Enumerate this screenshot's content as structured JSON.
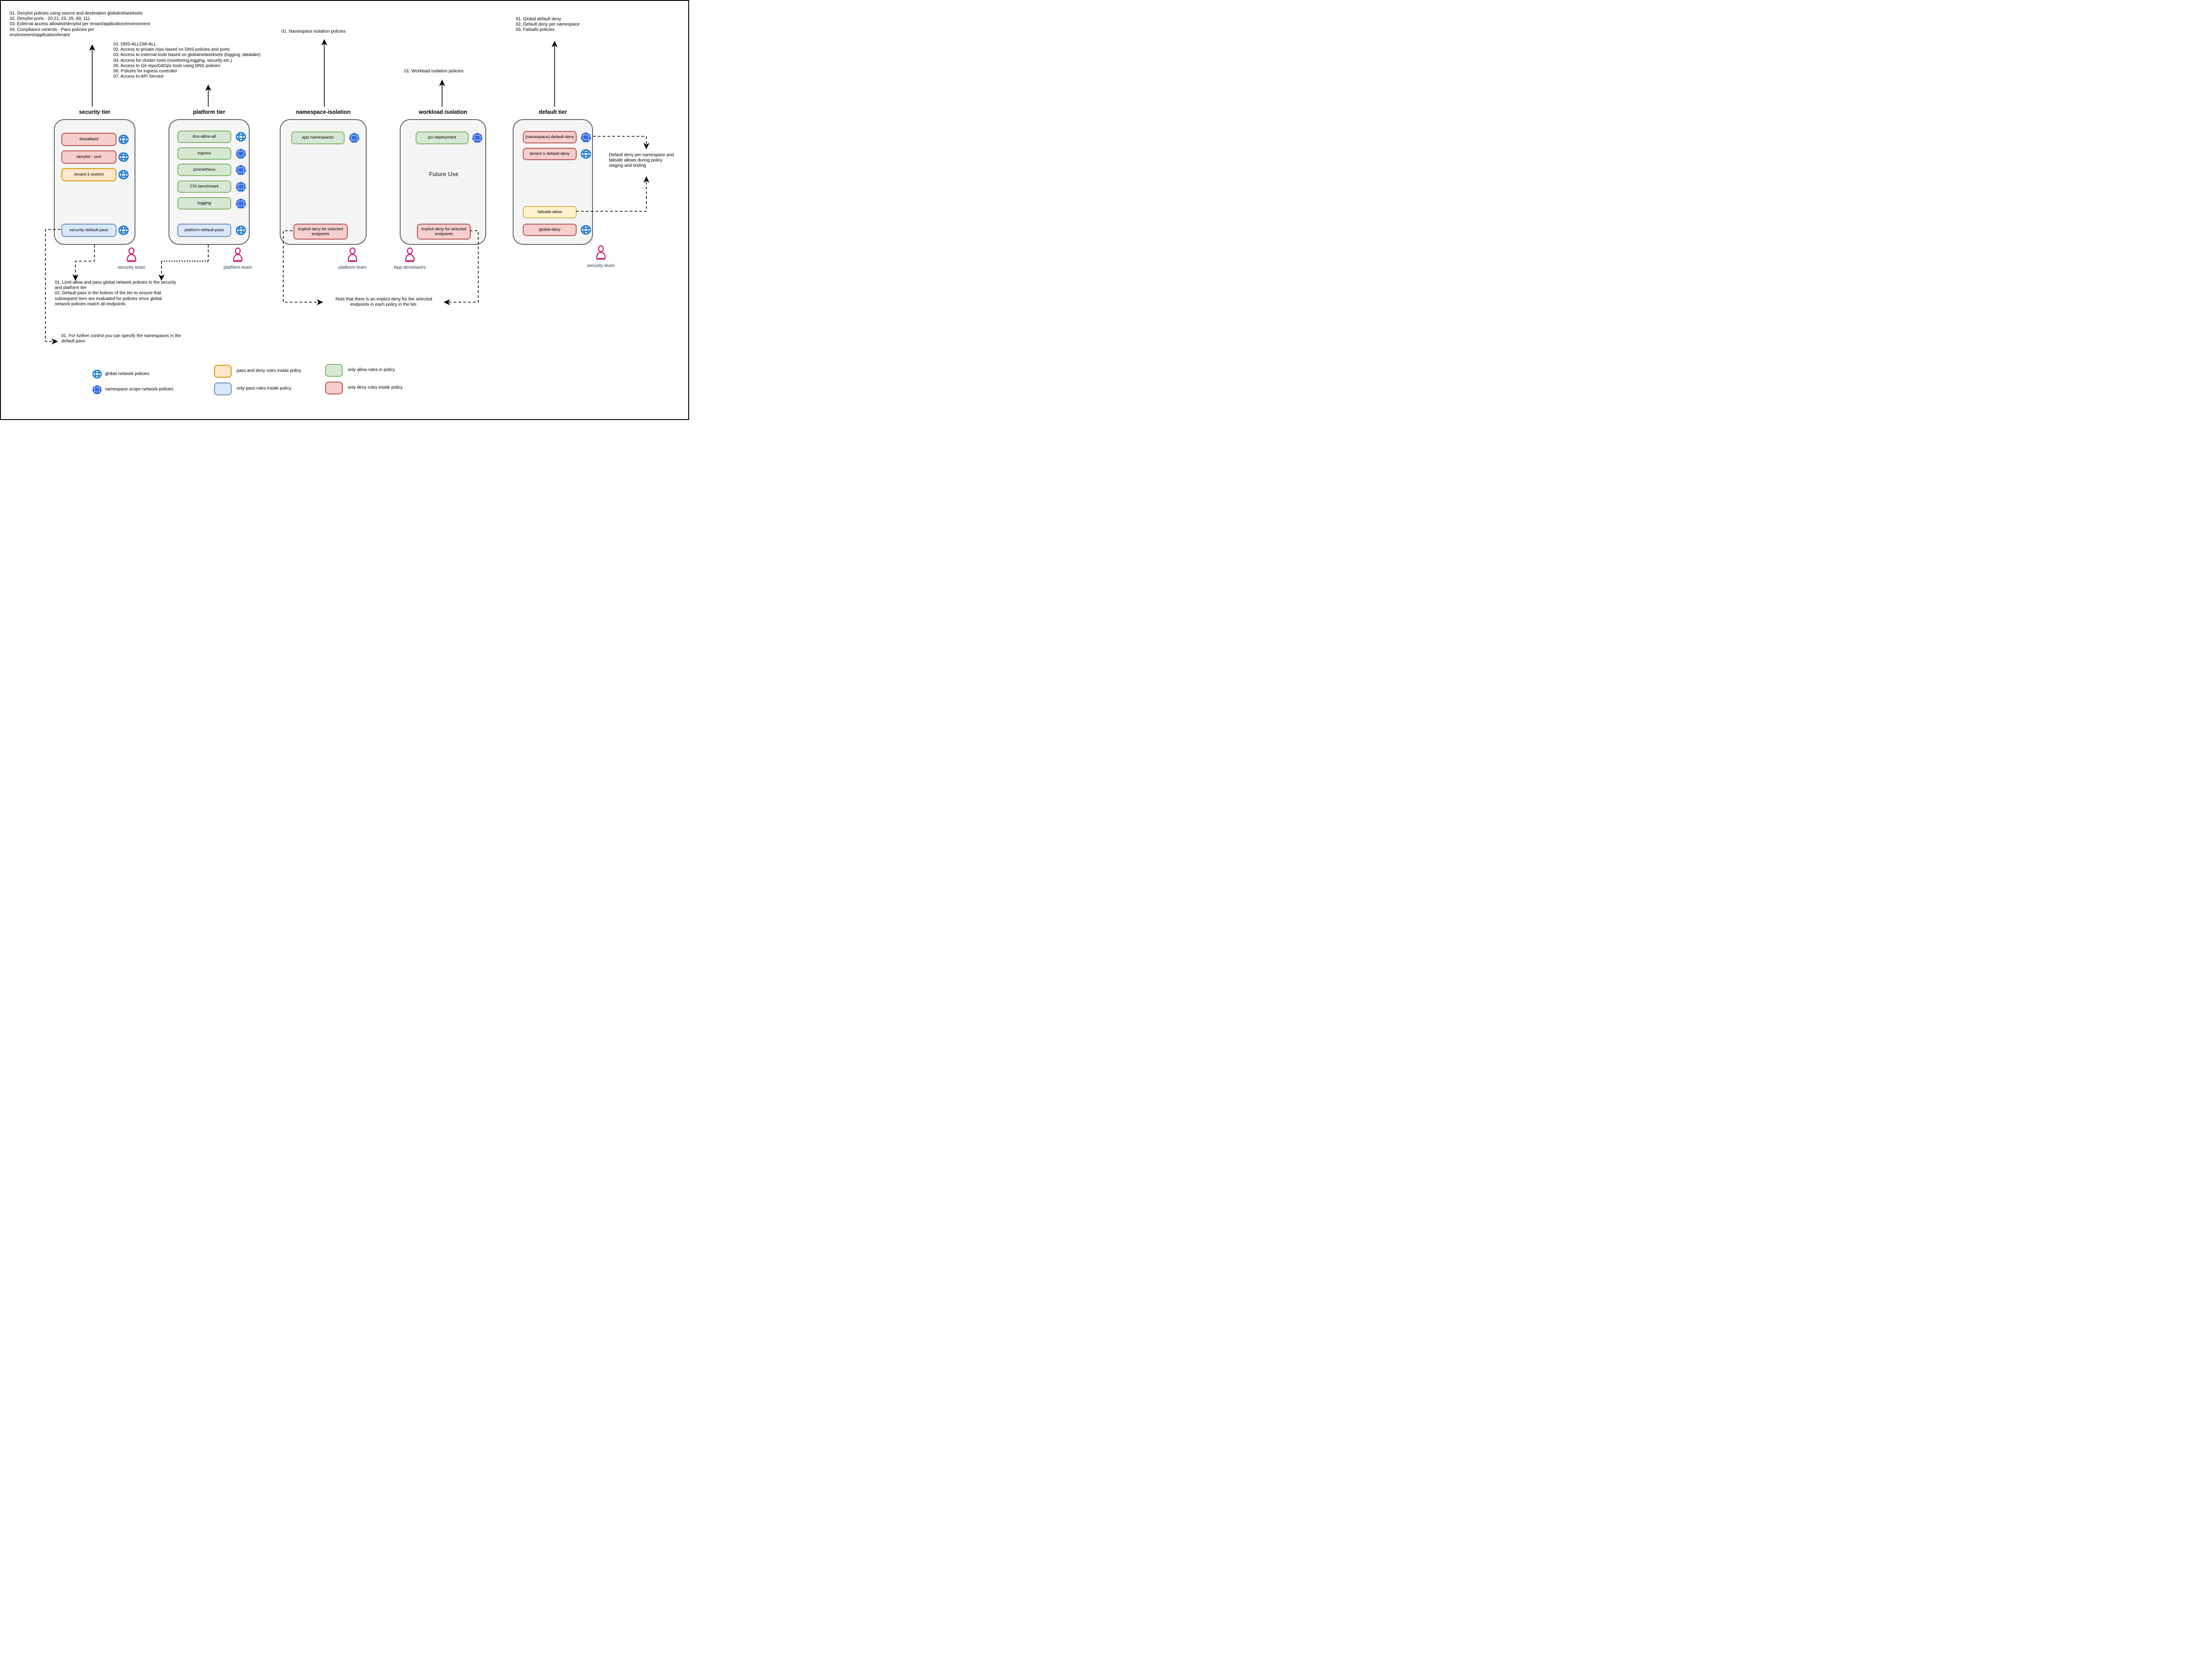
{
  "colors": {
    "deny_fill": "#f8cecc",
    "deny_stroke": "#b85450",
    "pass_deny_fill": "#ffe6cc",
    "pass_deny_stroke": "#d79b00",
    "failsafe_fill": "#fff2cc",
    "failsafe_stroke": "#d6b656",
    "allow_fill": "#d5e8d4",
    "allow_stroke": "#82b366",
    "pass_fill": "#dae8fc",
    "pass_stroke": "#6c8ebf",
    "tier_fill": "#f5f5f5",
    "tier_stroke": "#666666",
    "globe_icon": "#1677d2",
    "namespace_icon": "#326ce5",
    "person_icon": "#d2136e",
    "team_label": "#1d3b55"
  },
  "diagram": {
    "notes": {
      "security_tier_note": "01. Denylist policies using source and destination globalnetworksets\n02. Denylist ports - 20:21, 23, 25, 69, 111\n03. External access allowlist/denylist per tenant/application/environment\n04. Compliance controls - Pass policies per\nenvironment/application/tenant",
      "platform_tier_note": "01. DNS-ALLOW-ALL\n02. Access to private repo based on DNS policies and ports\n03. Access to external tools based on globalnetworksets (logging, datalake)\n04. Access for cluster tools (monitoring,logging, security etc.)\n05. Access to Git repo/GitOps tools using DNS policies\n06. Policies for ingress controller\n07. Access to API Service",
      "namespace_tier_note": "01. Namespace isolation policies",
      "workload_tier_note": "01. Workload isolation policies",
      "default_tier_note": "01. Global default deny\n02. Default deny per namespace\n03. Failsafe policies",
      "limit_note": "01. Limit allow and pass global network policies to the security\nand platform tier\n02. Default pass in the bottom of the tier to ensure that\nsubsequent tiers are evaluated for policies since global\nnetwork policies match all endpoints",
      "further_control_note": "01. For further control you can specify the namespaces in the\ndefault pass",
      "implicit_deny_note": "Note that there is an implicit deny for the selected\nendpoints in each policy in the tier.",
      "staging_note": "Default deny per namespace and\nfailsafe allows during policy\nstaging and testing"
    },
    "tiers": [
      {
        "title": "security tier",
        "policies": [
          {
            "label": "threatfeed",
            "rules": "only-deny",
            "icon": "globe-icon"
          },
          {
            "label": "denylist - port",
            "rules": "only-deny",
            "icon": "globe-icon"
          },
          {
            "label": "tenant-1-restrict",
            "rules": "pass-and-deny",
            "icon": "globe-icon"
          },
          {
            "label": "security-default-pass",
            "rules": "only-pass",
            "icon": "globe-icon"
          }
        ]
      },
      {
        "title": "platform tier",
        "policies": [
          {
            "label": "dns-allow-all",
            "rules": "only-allow",
            "icon": "globe-icon"
          },
          {
            "label": "ingress",
            "rules": "only-allow",
            "icon": "namespace-icon"
          },
          {
            "label": "prometheus",
            "rules": "only-allow",
            "icon": "namespace-icon"
          },
          {
            "label": "CIS benchmark",
            "rules": "only-allow",
            "icon": "namespace-icon"
          },
          {
            "label": "logging",
            "rules": "only-allow",
            "icon": "namespace-icon"
          },
          {
            "label": "platform-default-pass",
            "rules": "only-pass",
            "icon": "globe-icon"
          }
        ]
      },
      {
        "title": "namespace-isolation",
        "policies": [
          {
            "label": "app namespaces",
            "rules": "only-allow",
            "icon": "namespace-icon"
          },
          {
            "label": "implicit deny for selected endpoints",
            "rules": "only-deny",
            "icon": null
          }
        ]
      },
      {
        "title": "workload isolation",
        "future_label": "Future Use",
        "policies": [
          {
            "label": "pci deployment",
            "rules": "only-allow",
            "icon": "namespace-icon"
          },
          {
            "label": "implicit deny for selected endpoints",
            "rules": "only-deny",
            "icon": null
          }
        ]
      },
      {
        "title": "default tier",
        "policies": [
          {
            "label": "[namespace]-default-deny",
            "rules": "only-deny",
            "icon": "namespace-icon"
          },
          {
            "label": "tenant-1-default-deny",
            "rules": "only-deny",
            "icon": "globe-icon"
          },
          {
            "label": "failsafe-allow",
            "rules": "failsafe-allow",
            "icon": null
          },
          {
            "label": "global-deny",
            "rules": "only-deny",
            "icon": "globe-icon"
          }
        ]
      }
    ],
    "teams": [
      {
        "label": "security team"
      },
      {
        "label": "platform team"
      },
      {
        "label": "platform team"
      },
      {
        "label": "App developers"
      },
      {
        "label": "security team"
      }
    ],
    "legend": [
      {
        "icon": "globe-icon",
        "label": "global network policies"
      },
      {
        "icon": "namespace-icon",
        "label": "namespace scope network policies"
      },
      {
        "icon": "pass-and-deny-swatch",
        "label": "pass and deny rules inside policy"
      },
      {
        "icon": "only-pass-swatch",
        "label": "only pass rules inside policy"
      },
      {
        "icon": "only-allow-swatch",
        "label": "only allow rules in policy"
      },
      {
        "icon": "only-deny-swatch",
        "label": "only deny rules inside policy"
      }
    ]
  }
}
